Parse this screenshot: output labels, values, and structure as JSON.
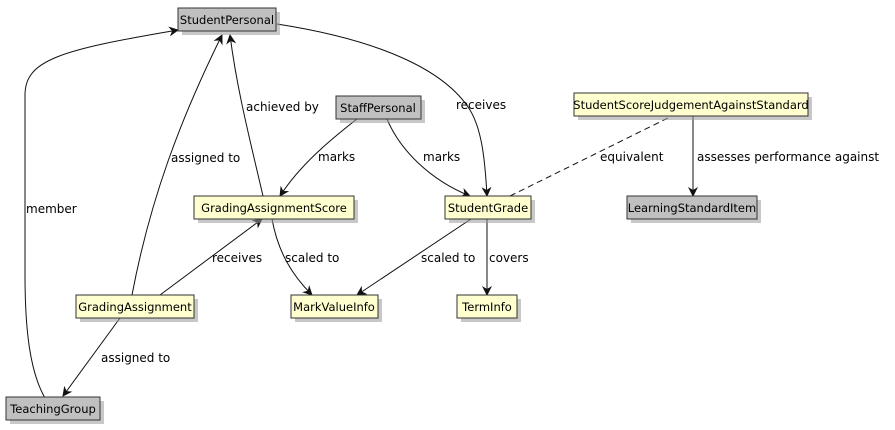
{
  "colors": {
    "entity_fill_grey": "#c0c0c0",
    "entity_fill_yellow": "#fefece",
    "entity_border": "#333333",
    "edge": "#111111"
  },
  "nodes": {
    "student_personal": "StudentPersonal",
    "staff_personal": "StaffPersonal",
    "score_judgement": "StudentScoreJudgementAgainstStandard",
    "grading_assignment_score": "GradingAssignmentScore",
    "student_grade": "StudentGrade",
    "learning_standard_item": "LearningStandardItem",
    "grading_assignment": "GradingAssignment",
    "mark_value_info": "MarkValueInfo",
    "term_info": "TermInfo",
    "teaching_group": "TeachingGroup"
  },
  "edges": {
    "member": "member",
    "assigned_to_student": "assigned to",
    "achieved_by": "achieved by",
    "receives_grade": "receives",
    "marks_score": "marks",
    "marks_grade": "marks",
    "equivalent": "equivalent",
    "assesses": "assesses performance against",
    "receives_score": "receives",
    "scaled_to_score": "scaled to",
    "scaled_to_grade": "scaled to",
    "covers": "covers",
    "assigned_to_group": "assigned to"
  }
}
